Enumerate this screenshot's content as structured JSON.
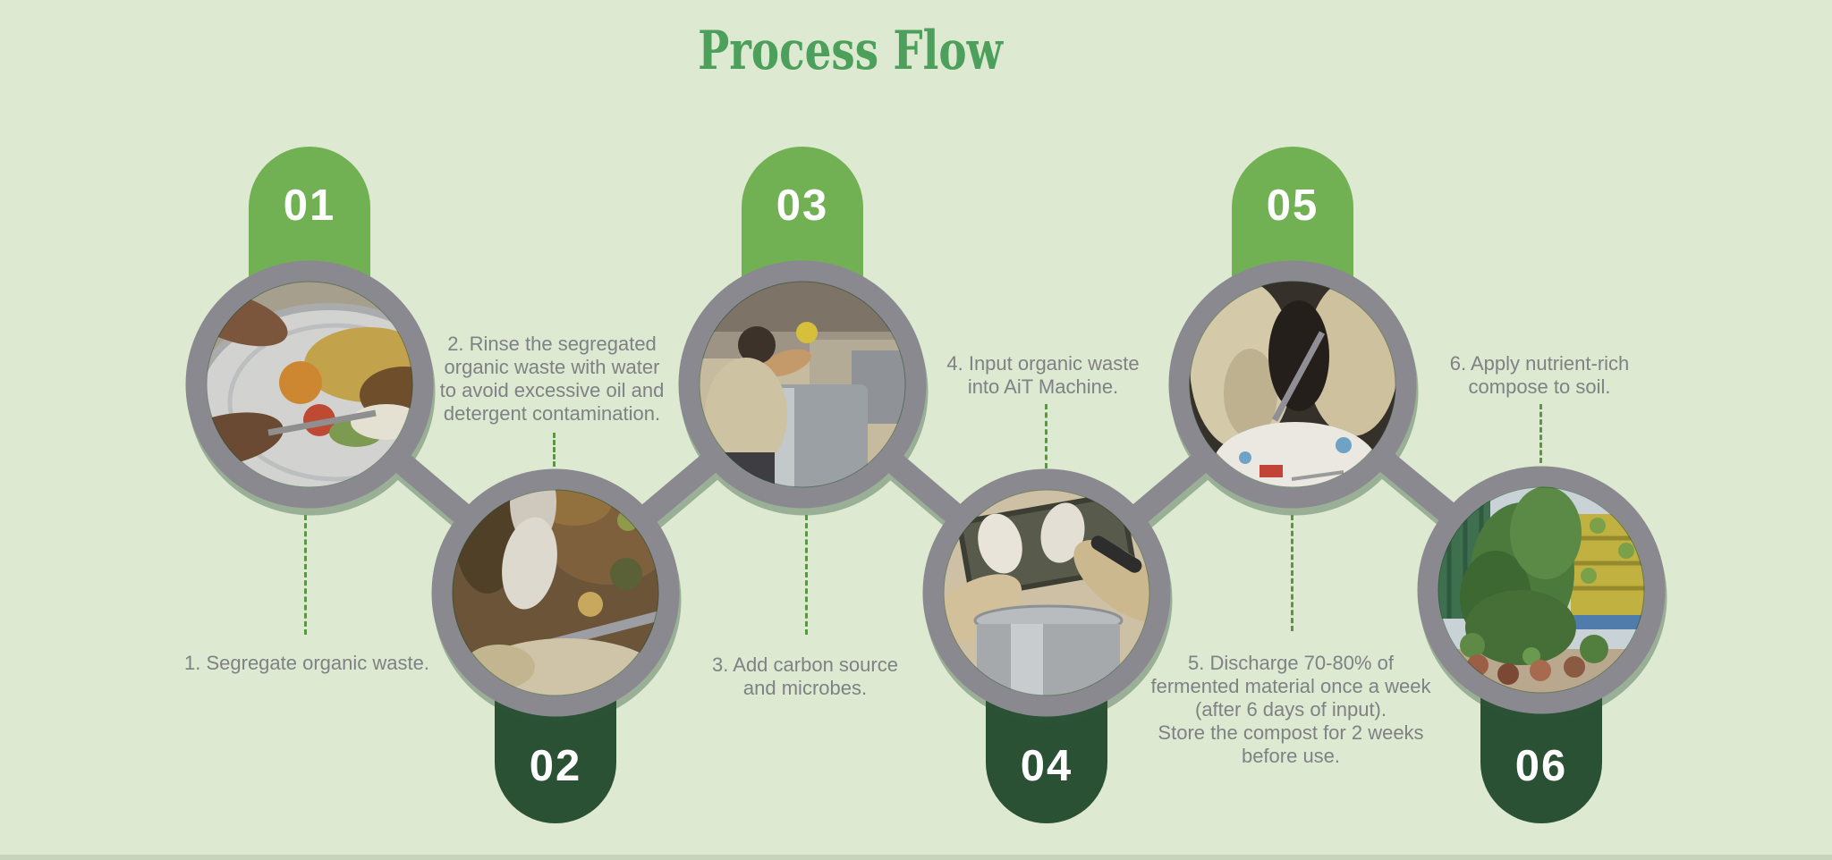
{
  "title": "Process Flow",
  "colors": {
    "background": "#dde9d1",
    "title_green": "#4ca05c",
    "tab_green": "#71b154",
    "tab_dark_green": "#2a5134",
    "ring_gray": "#8b8990",
    "connector_gray": "#8b8990",
    "text_gray": "#7f8184",
    "dash_green": "#5e9447",
    "number_white": "#ffffff"
  },
  "steps": [
    {
      "number": "01",
      "tab_position": "top",
      "label": "1. Segregate organic waste.",
      "photo": "hands-scraping-food-from-plate"
    },
    {
      "number": "02",
      "tab_position": "bottom",
      "label": "2. Rinse the segregated\norganic waste with water\nto avoid excessive oil and\ndetergent contamination.",
      "photo": "gloved-hand-sorting-waste-bin"
    },
    {
      "number": "03",
      "tab_position": "top",
      "label": "3. Add carbon source\nand microbes.",
      "photo": "worker-at-composting-machine"
    },
    {
      "number": "04",
      "tab_position": "bottom",
      "label": "4. Input organic waste\ninto AiT Machine.",
      "photo": "gloves-emptying-container-into-machine"
    },
    {
      "number": "05",
      "tab_position": "top",
      "label": "5. Discharge 70-80% of\nfermented material once a week\n(after 6 days of input).\nStore the compost for 2 weeks\nbefore use.",
      "photo": "workers-bagging-fermented-material"
    },
    {
      "number": "06",
      "tab_position": "bottom",
      "label": "6. Apply nutrient-rich\ncompose to soil.",
      "photo": "plant-grown-with-compost"
    }
  ]
}
